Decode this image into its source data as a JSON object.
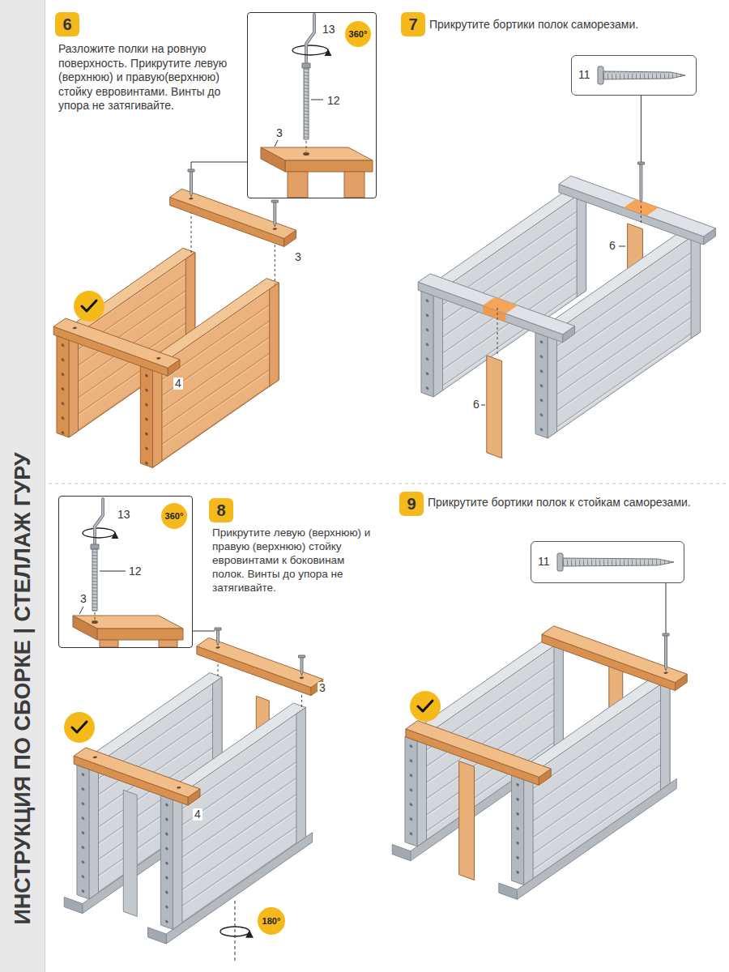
{
  "diagram": {
    "title": "ИНСТРУКЦИЯ ПО СБОРКЕ | СТЕЛЛАЖ ГУРУ",
    "nodes": [
      {
        "text": [
          "6"
        ]
      },
      {
        "text": [
          "13",
          "12",
          "3"
        ]
      },
      {
        "text": [
          "360°"
        ],
        "in": 1
      },
      {
        "text": [
          "7"
        ]
      },
      {
        "text": [
          "11"
        ]
      },
      {
        "text": [
          "13",
          "12",
          "3"
        ]
      },
      {
        "text": [
          "360°"
        ],
        "in": 5
      },
      {
        "text": [
          "8"
        ]
      },
      {
        "text": [
          "180°"
        ]
      },
      {
        "text": [
          "9"
        ]
      },
      {
        "text": [
          "11"
        ]
      }
    ],
    "labels": [
      "Разложите полки на ровную поверхность. Прикрутите левую (верхнюю) и правую(верхнюю) стойку евровинтами. Винты до упора не затягивайте.",
      "3",
      "4",
      "Прикрутите бортики полок саморезами.",
      "6",
      "6",
      "Прикрутите левую (верхнюю) и правую (верхнюю) стойку евровинтами к боковинам полок. Винты до упора не затягивайте.",
      "3",
      "4",
      "Прикрутите бортики полок к стойкам саморезами."
    ]
  }
}
